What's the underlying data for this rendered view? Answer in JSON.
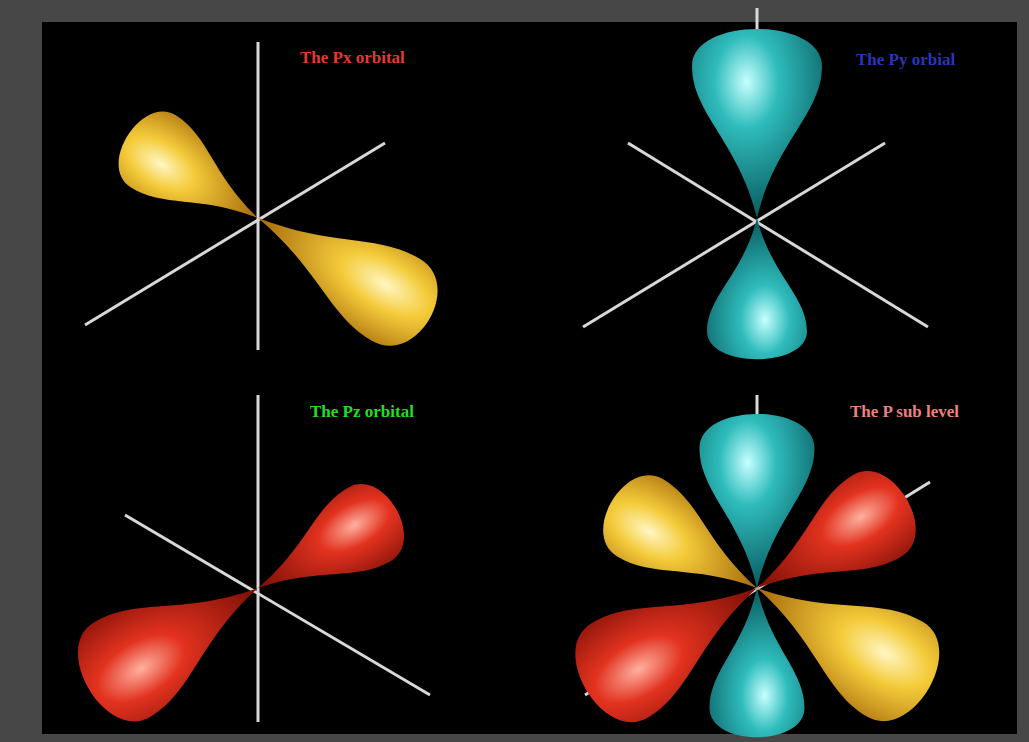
{
  "diagram": {
    "labels": [
      "The Px orbital",
      "The Py orbial",
      "The Pz orbital",
      "The P sub level"
    ]
  }
}
